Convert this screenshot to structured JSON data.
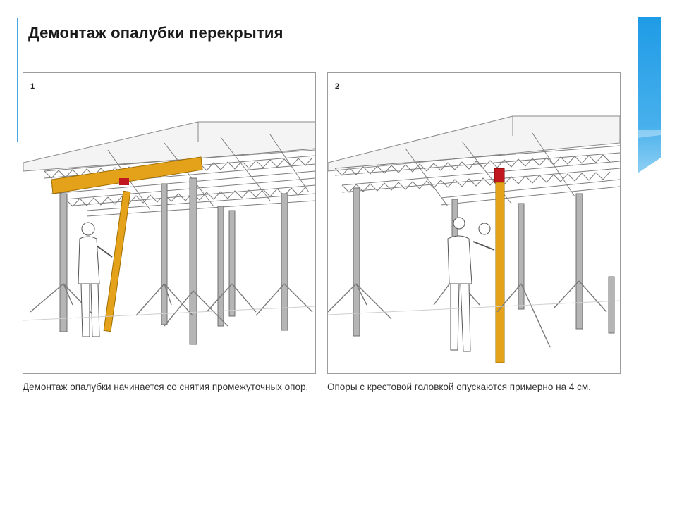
{
  "slide": {
    "title": "Демонтаж опалубки перекрытия"
  },
  "panels": [
    {
      "number": "1",
      "caption": "Демонтаж опалубки начинается со снятия промежуточных опор."
    },
    {
      "number": "2",
      "caption": "Опоры с крестовой головкой опускаются примерно на 4 см."
    }
  ],
  "colors": {
    "accent_blue": "#1e9be6",
    "highlight_orange": "#e3a21a",
    "cross_head_red": "#c0181e",
    "steel_gray": "#8a8a8a"
  }
}
